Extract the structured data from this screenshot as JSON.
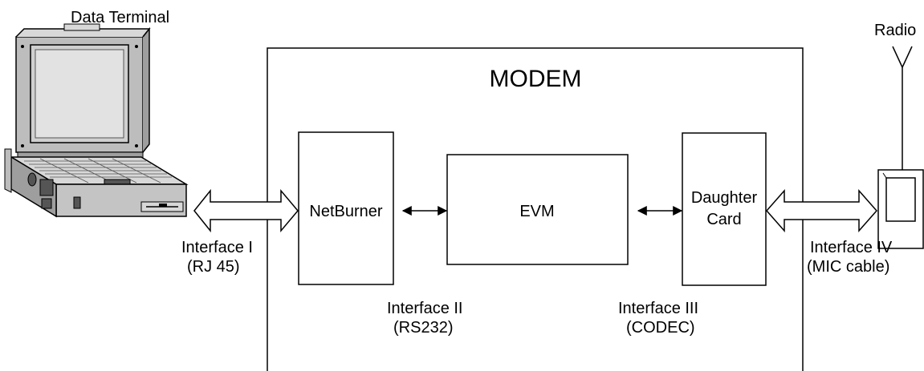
{
  "diagram": {
    "terminal": {
      "label": "Data Terminal"
    },
    "radio": {
      "label": "Radio"
    },
    "modem": {
      "title": "MODEM"
    },
    "netburner": {
      "label": "NetBurner"
    },
    "evm": {
      "label": "EVM"
    },
    "daughter_card": {
      "line1": "Daughter",
      "line2": "Card"
    },
    "interface1": {
      "line1": "Interface I",
      "line2": "(RJ 45)"
    },
    "interface2": {
      "line1": "Interface II",
      "line2": "(RS232)"
    },
    "interface3": {
      "line1": "Interface III",
      "line2": "(CODEC)"
    },
    "interface4": {
      "line1": "Interface IV",
      "line2": "(MIC cable)"
    }
  },
  "colors": {
    "stroke": "#000000",
    "background": "#ffffff",
    "laptop_light": "#d8d8d8",
    "laptop_mid": "#bdbdbd",
    "laptop_dark": "#555555"
  },
  "icons": {
    "terminal": "laptop-icon",
    "radio": "radio-handset-icon",
    "antenna": "antenna-icon"
  }
}
